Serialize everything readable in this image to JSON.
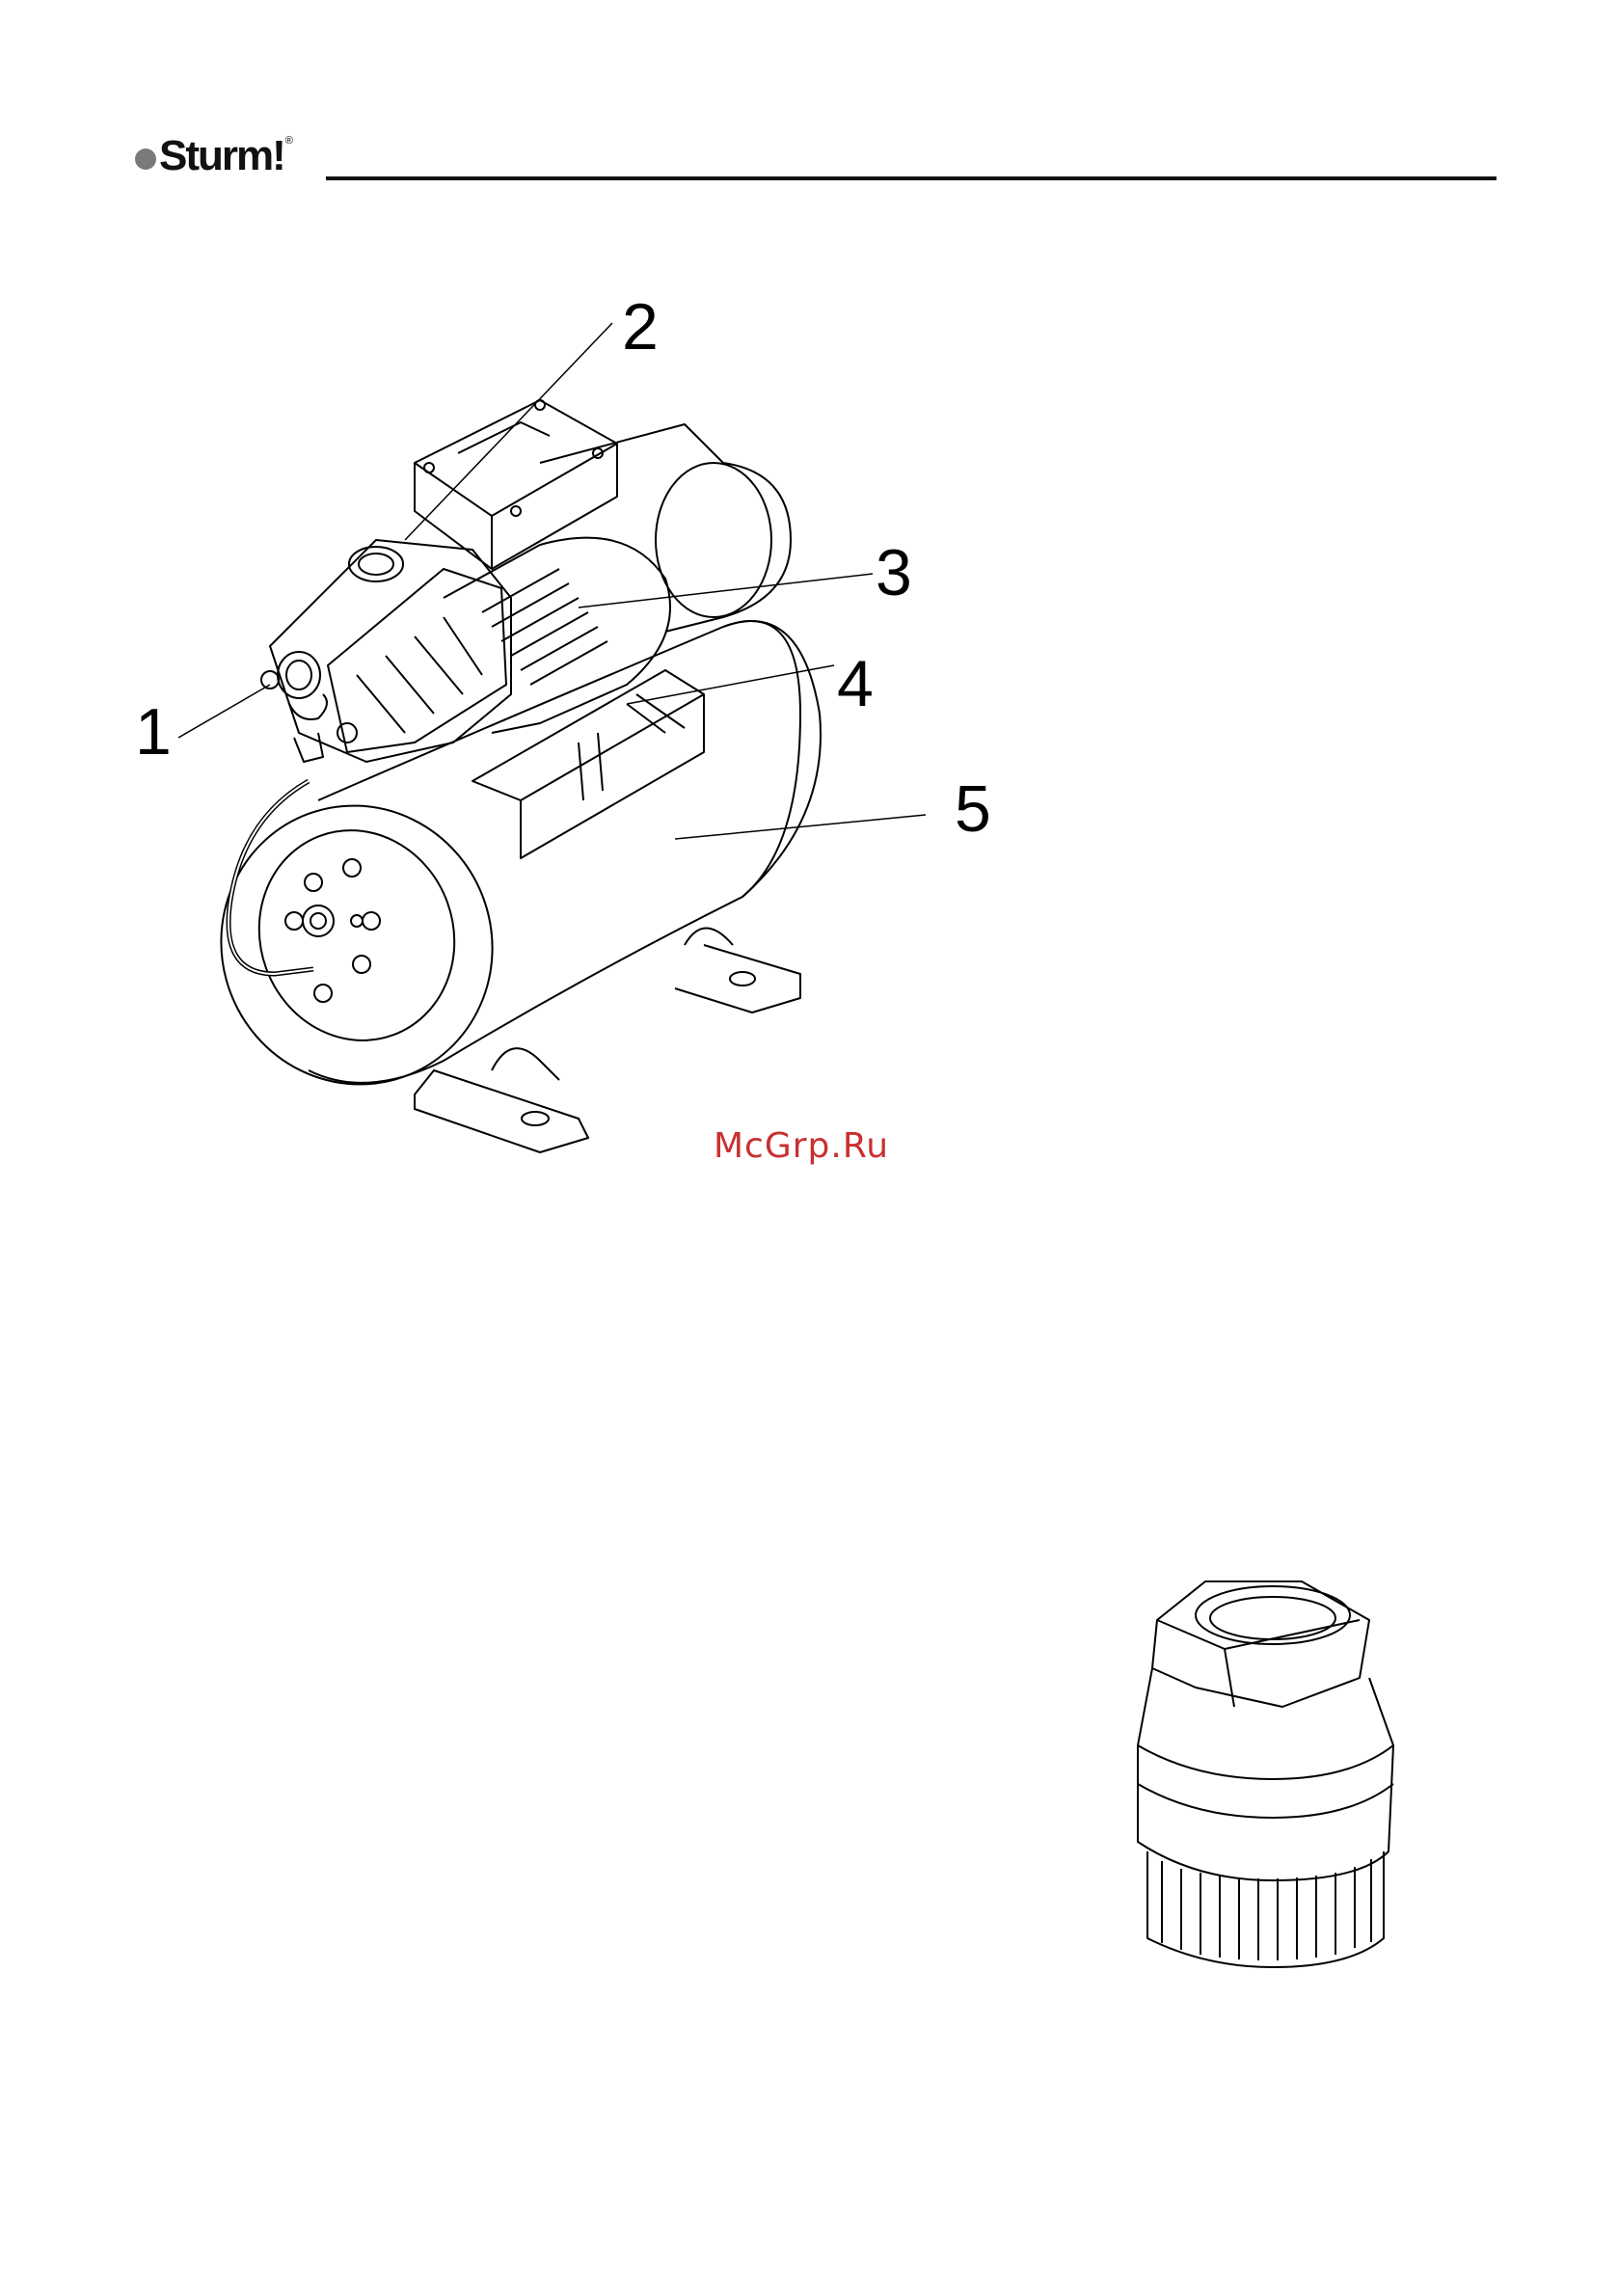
{
  "header": {
    "brand": "Sturm!",
    "registered_mark": "®"
  },
  "pump_figure": {
    "callouts": [
      "1",
      "2",
      "3",
      "4",
      "5"
    ]
  },
  "watermark": "McGrp.Ru",
  "icons": {
    "pump": "pump-station-drawing",
    "valve": "foot-valve-drawing"
  }
}
